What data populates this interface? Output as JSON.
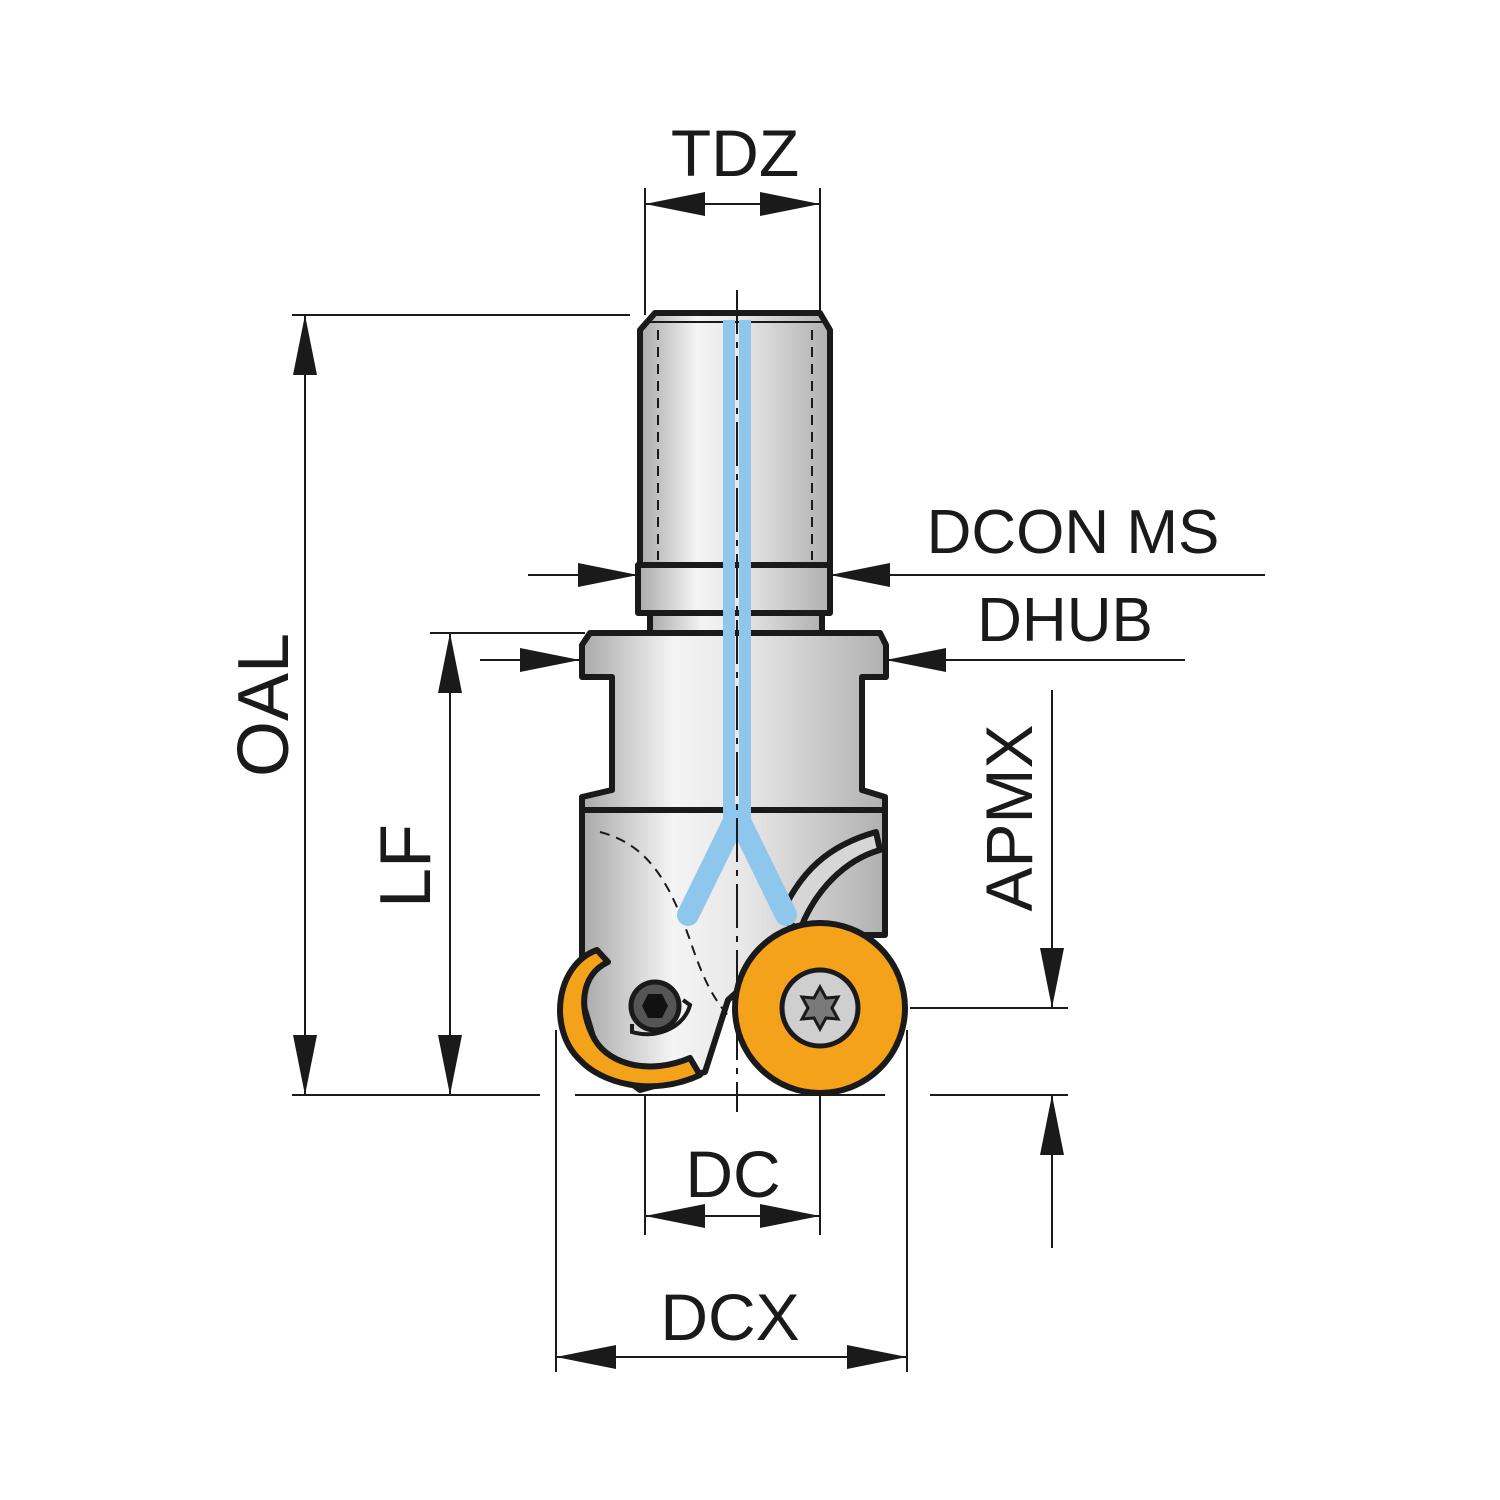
{
  "labels": {
    "tdz": "TDZ",
    "dcon_ms": "DCON MS",
    "dhub": "DHUB",
    "oal": "OAL",
    "lf": "LF",
    "apmx": "APMX",
    "dc": "DC",
    "dcx": "DCX"
  },
  "colors": {
    "coolant": "#8fc7ec",
    "insert": "#f3a21a",
    "body_light": "#f2f2f2",
    "body_dark": "#bdbdbd",
    "outline": "#1a1a1a"
  },
  "icons": {
    "insert_screw": "torx-screw-icon",
    "clamp_screw": "hex-screw-icon"
  }
}
